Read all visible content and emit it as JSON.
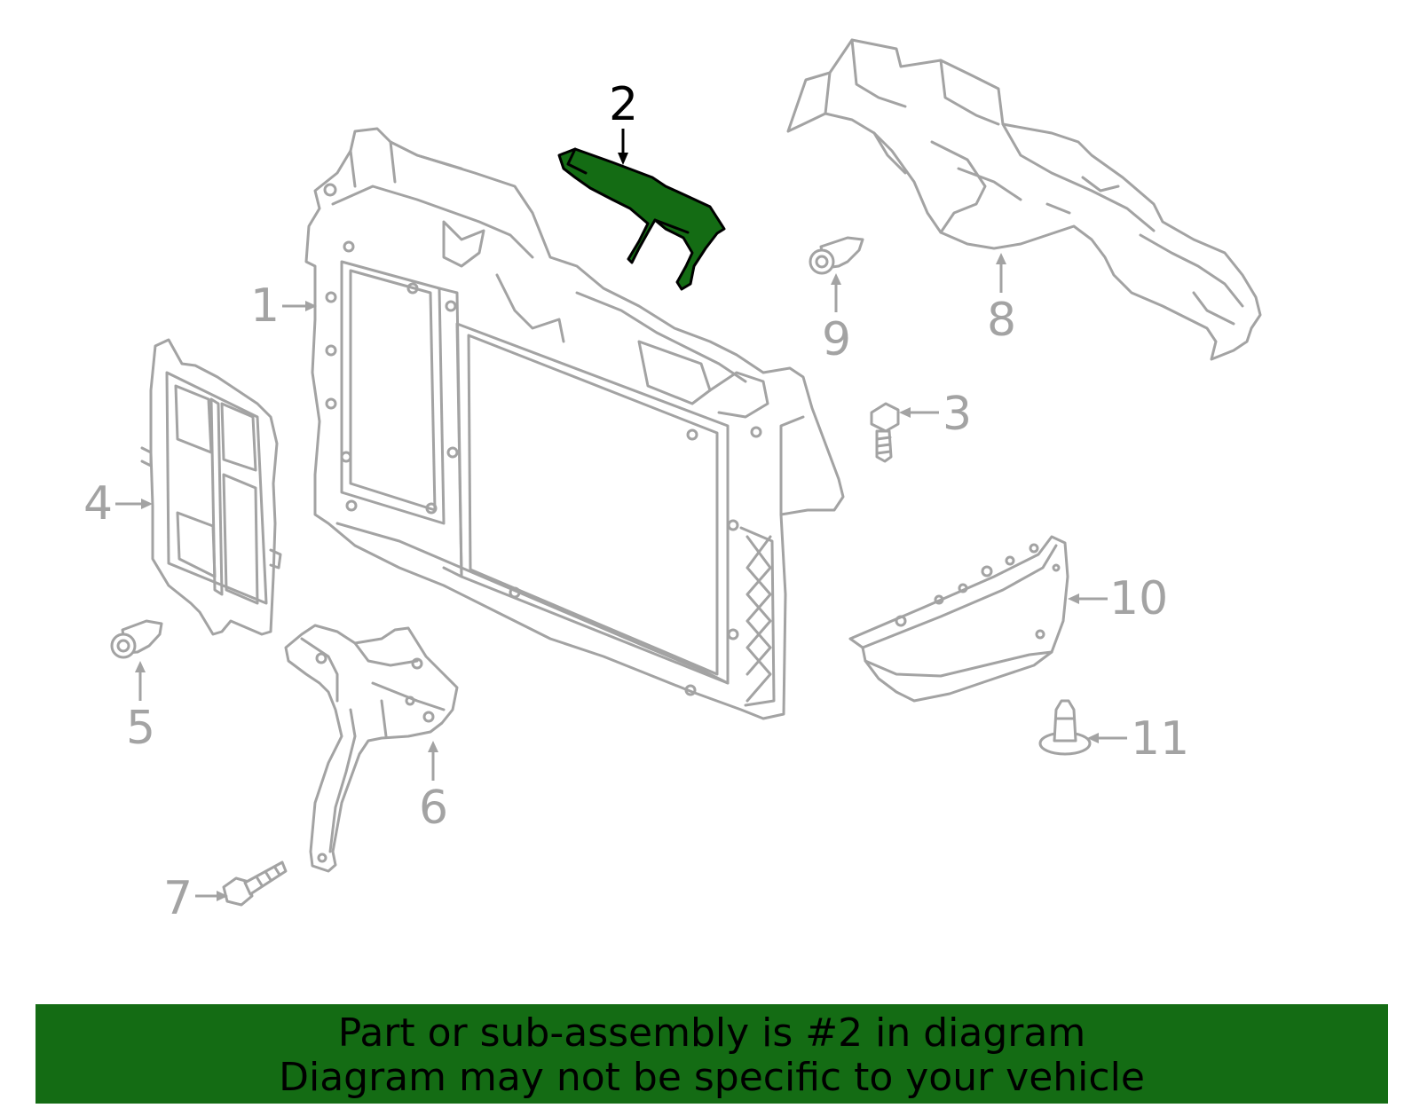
{
  "diagram": {
    "callouts": [
      "1",
      "2",
      "3",
      "4",
      "5",
      "6",
      "7",
      "8",
      "9",
      "10",
      "11"
    ],
    "highlighted_part": "2",
    "colors": {
      "highlight": "#146c14",
      "line": "#a3a3a3",
      "banner": "#146c14"
    }
  },
  "banner": {
    "line1": "Part or sub-assembly is #2 in diagram",
    "line2": "Diagram may not be specific to your vehicle"
  }
}
